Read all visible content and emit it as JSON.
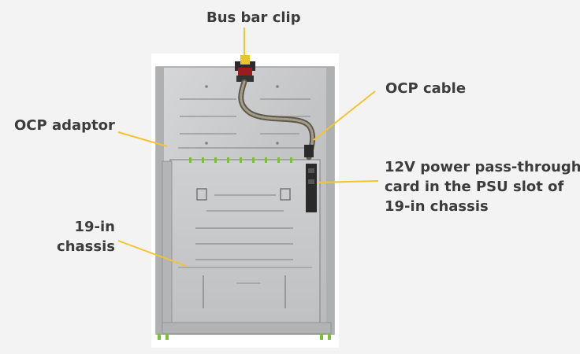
{
  "callouts": {
    "bus_bar_clip": "Bus bar clip",
    "ocp_cable": "OCP cable",
    "ocp_adaptor": "OCP adaptor",
    "power_card_line1": "12V power pass-through",
    "power_card_line2": "card in the PSU slot of",
    "power_card_line3": "19-in chassis",
    "chassis_line1": "19-in",
    "chassis_line2": "chassis"
  },
  "colors": {
    "background": "#f3f3f3",
    "leader_line": "#f2c530",
    "label_text": "#3c3c3c",
    "chassis_metal": "#c9cacb",
    "cable": "#7b7565"
  }
}
